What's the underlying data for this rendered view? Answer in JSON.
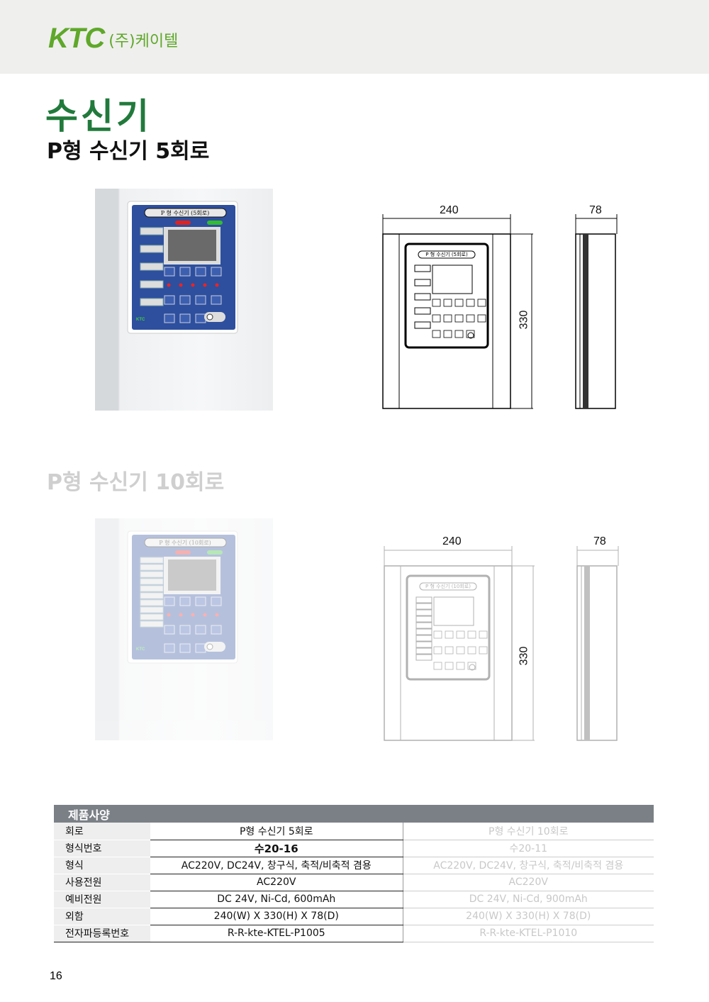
{
  "header": {
    "brand": "KTC",
    "company": "(주)케이텔"
  },
  "page_title": "수신기",
  "products": [
    {
      "heading": "P형 수신기 5회로",
      "panel_label": "P 형 수신기 (5회로)",
      "circuits": 5,
      "dims": {
        "width": "240",
        "height": "330",
        "depth": "78"
      }
    },
    {
      "heading": "P형 수신기 10회로",
      "panel_label": "P 형 수신기 (10회로)",
      "circuits": 10,
      "dims": {
        "width": "240",
        "height": "330",
        "depth": "78"
      }
    }
  ],
  "spec": {
    "title": "제품사양",
    "rows": [
      {
        "label": "회로",
        "v1": "P형 수신기 5회로",
        "v2": "P형 수신기 10회로"
      },
      {
        "label": "형식번호",
        "v1": "수20-16",
        "v2": "수20-11"
      },
      {
        "label": "형식",
        "v1": "AC220V, DC24V, 창구식, 축적/비축적 겸용",
        "v2": "AC220V, DC24V, 창구식, 축적/비축적 겸용"
      },
      {
        "label": "사용전원",
        "v1": "AC220V",
        "v2": "AC220V"
      },
      {
        "label": "예비전원",
        "v1": "DC 24V, Ni-Cd, 600mAh",
        "v2": "DC 24V, Ni-Cd, 900mAh"
      },
      {
        "label": "외함",
        "v1": "240(W) X 330(H) X 78(D)",
        "v2": "240(W) X 330(H) X 78(D)"
      },
      {
        "label": "전자파등록번호",
        "v1": "R-R-kte-KTEL-P1005",
        "v2": "R-R-kte-KTEL-P1010"
      }
    ]
  },
  "page_number": "16"
}
